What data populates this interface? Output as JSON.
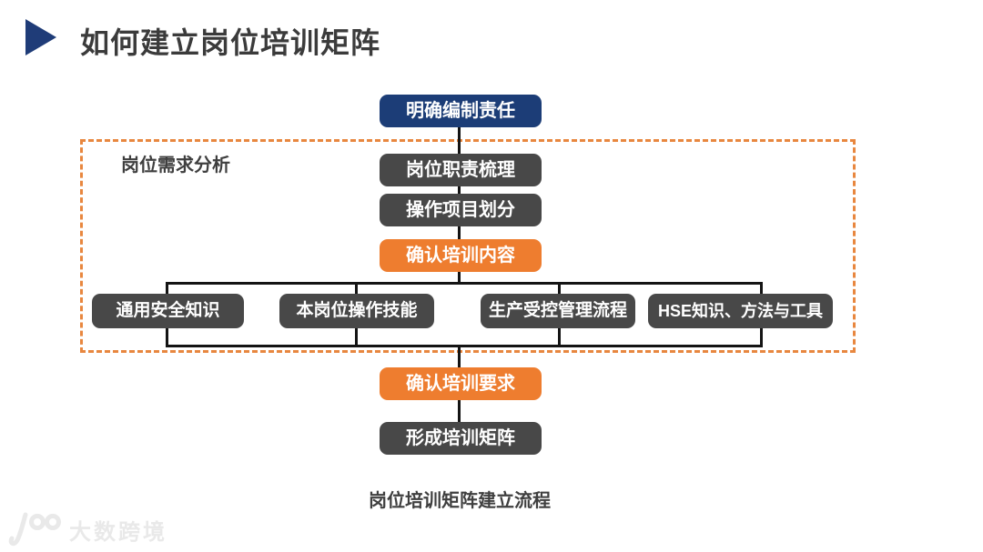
{
  "header": {
    "title": "如何建立岗位培训矩阵"
  },
  "flow": {
    "group_label": "岗位需求分析",
    "caption": "岗位培训矩阵建立流程",
    "nodes": {
      "start": "明确编制责任",
      "step1": "岗位职责梳理",
      "step2": "操作项目划分",
      "confirm_content": "确认培训内容",
      "branch1": "通用安全知识",
      "branch2": "本岗位操作技能",
      "branch3": "生产受控管理流程",
      "branch4": "HSE知识、方法与工具",
      "confirm_requirements": "确认培训要求",
      "end": "形成培训矩阵"
    }
  },
  "watermark": {
    "text": "大数跨境"
  },
  "colors": {
    "accent_navy": "#1C3D77",
    "accent_orange": "#EE7D2F",
    "node_dark_gray": "#484848",
    "connector_line": "#141414",
    "dashed_border_orange": "#E8873F",
    "title_text": "#3b3b3b",
    "watermark_gray": "#e9e9e9"
  }
}
